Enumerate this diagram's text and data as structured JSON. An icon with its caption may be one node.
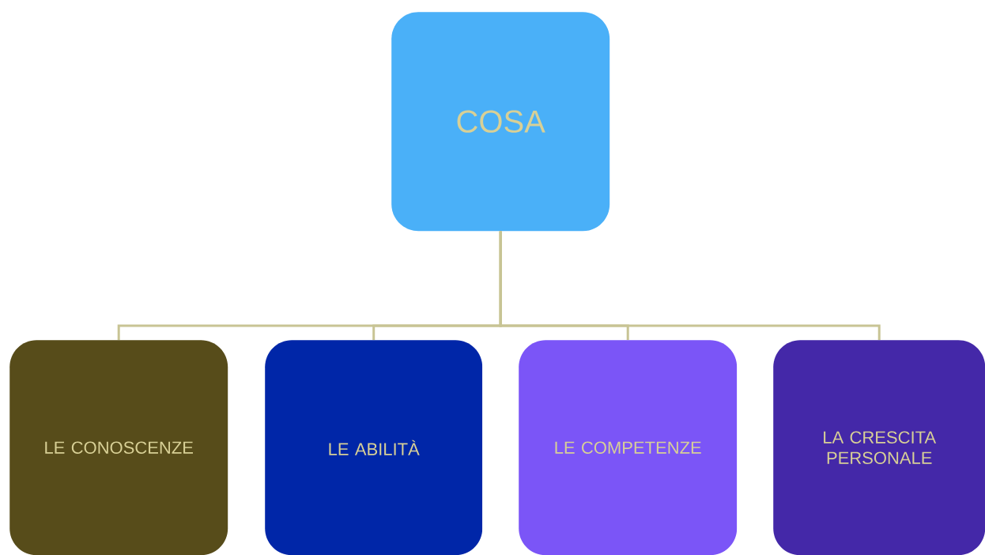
{
  "diagram": {
    "nodes": [
      {
        "text": [
          "COSA"
        ]
      },
      {
        "text": [
          "LE CONOSCENZE"
        ]
      },
      {
        "text": [
          "LE ABILITÀ"
        ]
      },
      {
        "text": [
          "LE COMPETENZE"
        ]
      },
      {
        "text": [
          "LA CRESCITA PERSONALE"
        ]
      }
    ],
    "edges": [
      {
        "from": 0,
        "to": 1,
        "arrow": "none"
      },
      {
        "from": 0,
        "to": 2,
        "arrow": "none"
      },
      {
        "from": 0,
        "to": 3,
        "arrow": "none"
      },
      {
        "from": 0,
        "to": 4,
        "arrow": "none"
      }
    ]
  }
}
